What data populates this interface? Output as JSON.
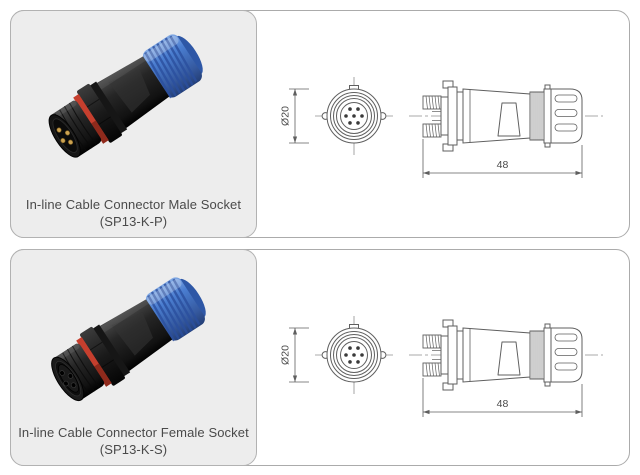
{
  "products": [
    {
      "name": "male",
      "caption": {
        "line1": "In-line Cable Connector Male Socket",
        "line2": "(SP13-K-P)"
      },
      "dimensions": {
        "diameter": "Ø20",
        "length": "48"
      }
    },
    {
      "name": "female",
      "caption": {
        "line1": "In-line Cable Connector Female Socket",
        "line2": "(SP13-K-S)"
      },
      "dimensions": {
        "diameter": "Ø20",
        "length": "48"
      }
    }
  ],
  "colors": {
    "panel_bg": "#ededed",
    "card_border": "#ababab",
    "caption_text": "#4a4a4a",
    "drawing_stroke": "#5f5f5f",
    "connector_blue": "#4a7dd0",
    "oring_red": "#c63f2e"
  }
}
